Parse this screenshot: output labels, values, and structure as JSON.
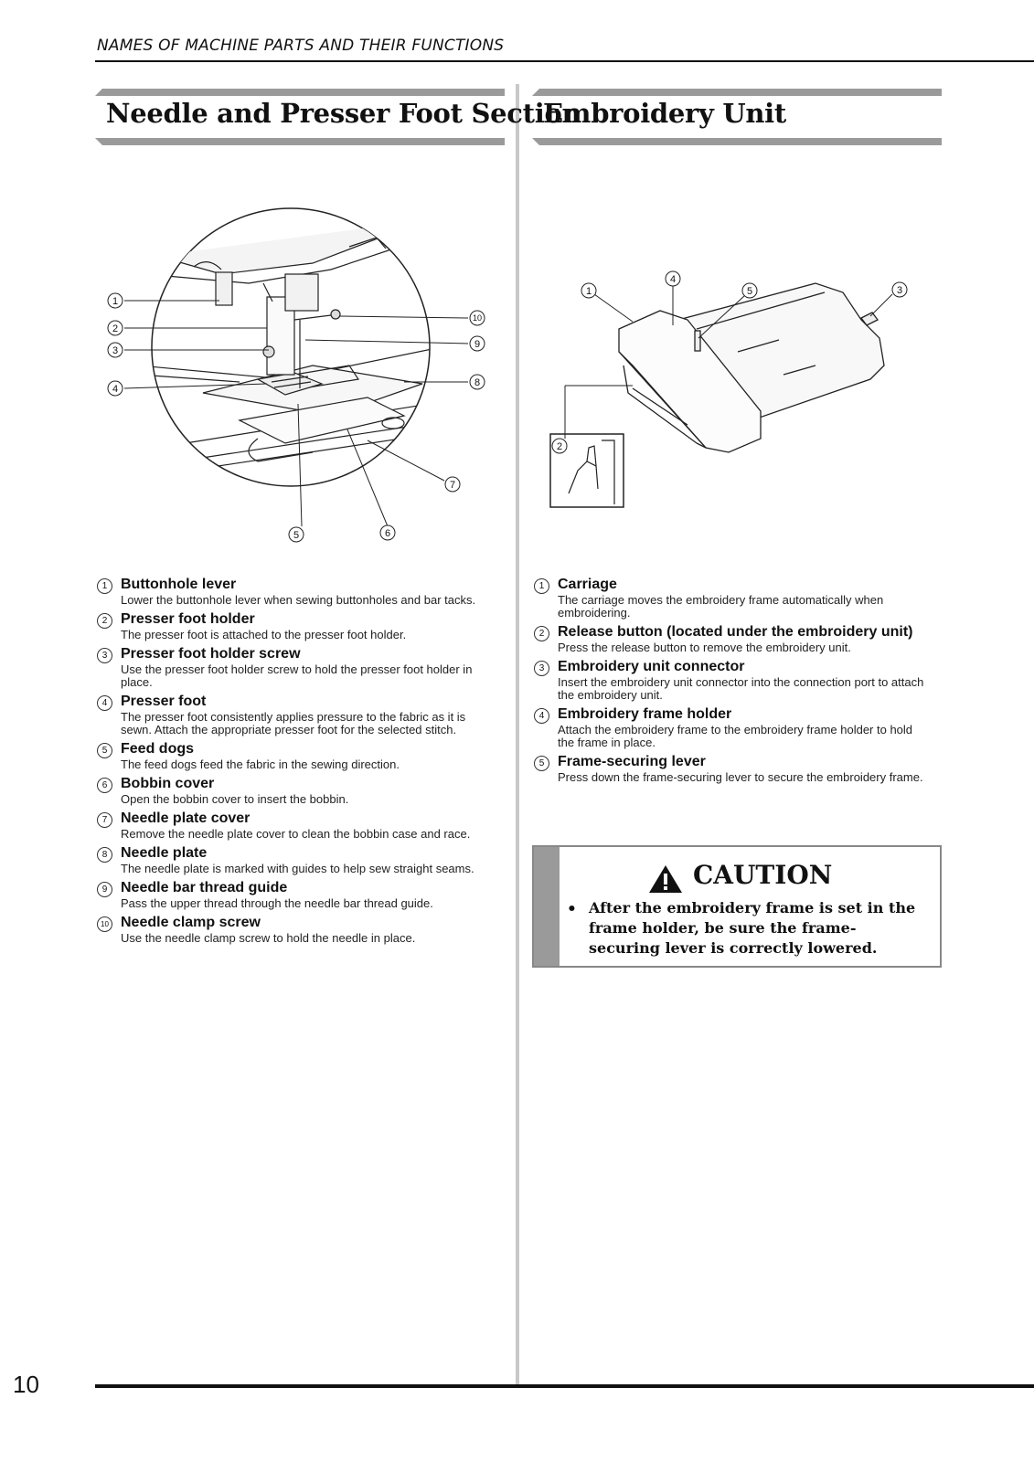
{
  "running_header": "NAMES OF MACHINE PARTS AND THEIR FUNCTIONS",
  "left_section": {
    "title": "Needle and Presser Foot Section",
    "callouts": [
      "1",
      "2",
      "3",
      "4",
      "5",
      "6",
      "7",
      "8",
      "9",
      "10"
    ],
    "parts": [
      {
        "num": "1",
        "name": "Buttonhole lever",
        "desc": "Lower the buttonhole lever when sewing buttonholes and bar tacks."
      },
      {
        "num": "2",
        "name": "Presser foot holder",
        "desc": "The presser foot is attached to the presser foot holder."
      },
      {
        "num": "3",
        "name": "Presser foot holder screw",
        "desc": "Use the presser foot holder screw to hold the presser foot holder in place."
      },
      {
        "num": "4",
        "name": "Presser foot",
        "desc": "The presser foot consistently applies pressure to the fabric as it is sewn. Attach the appropriate presser foot for the selected stitch."
      },
      {
        "num": "5",
        "name": "Feed dogs",
        "desc": "The feed dogs feed the fabric in the sewing direction."
      },
      {
        "num": "6",
        "name": "Bobbin cover",
        "desc": "Open the bobbin cover to insert the bobbin."
      },
      {
        "num": "7",
        "name": "Needle plate cover",
        "desc": "Remove the needle plate cover to clean the bobbin case and race."
      },
      {
        "num": "8",
        "name": "Needle plate",
        "desc": "The needle plate is marked with guides to help sew straight seams."
      },
      {
        "num": "9",
        "name": "Needle bar thread guide",
        "desc": "Pass the upper thread through the needle bar thread guide."
      },
      {
        "num": "10",
        "name": "Needle clamp screw",
        "desc": "Use the needle clamp screw to hold the needle in place."
      }
    ]
  },
  "right_section": {
    "title": "Embroidery Unit",
    "callouts": [
      "1",
      "2",
      "3",
      "4",
      "5"
    ],
    "parts": [
      {
        "num": "1",
        "name": "Carriage",
        "desc": "The carriage moves the embroidery frame automatically when embroidering."
      },
      {
        "num": "2",
        "name": "Release button (located under the embroidery unit)",
        "desc": "Press the release button to remove the embroidery unit."
      },
      {
        "num": "3",
        "name": "Embroidery unit connector",
        "desc": "Insert the embroidery unit connector into the connection port to attach the embroidery unit."
      },
      {
        "num": "4",
        "name": "Embroidery frame holder",
        "desc": "Attach the embroidery frame to the embroidery frame holder to hold the frame in place."
      },
      {
        "num": "5",
        "name": "Frame-securing lever",
        "desc": "Press down the frame-securing lever to secure the embroidery frame."
      }
    ]
  },
  "caution": {
    "title": "CAUTION",
    "bullet": "•",
    "text": "After the embroidery frame is set in the frame holder, be sure the frame-securing lever is correctly lowered."
  },
  "page_number": "10"
}
